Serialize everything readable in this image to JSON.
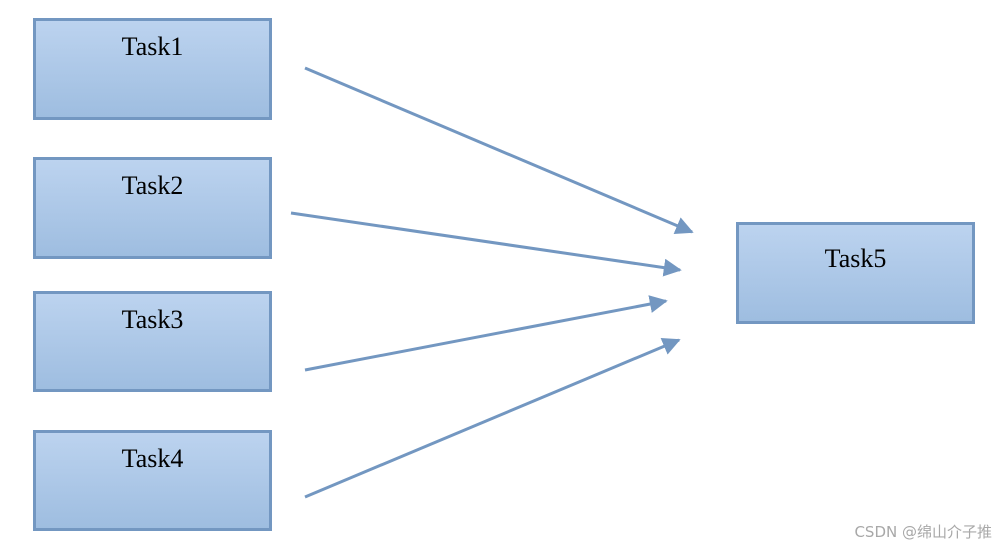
{
  "tasks": {
    "task1": "Task1",
    "task2": "Task2",
    "task3": "Task3",
    "task4": "Task4",
    "task5": "Task5"
  },
  "edges": [
    {
      "from": "Task1",
      "to": "Task5"
    },
    {
      "from": "Task2",
      "to": "Task5"
    },
    {
      "from": "Task3",
      "to": "Task5"
    },
    {
      "from": "Task4",
      "to": "Task5"
    }
  ],
  "colors": {
    "box_border": "#7397c1",
    "box_fill_top": "#bcd3ef",
    "box_fill_bottom": "#9ebde0",
    "arrow": "#7397c1"
  },
  "watermark": "CSDN @绵山介子推"
}
